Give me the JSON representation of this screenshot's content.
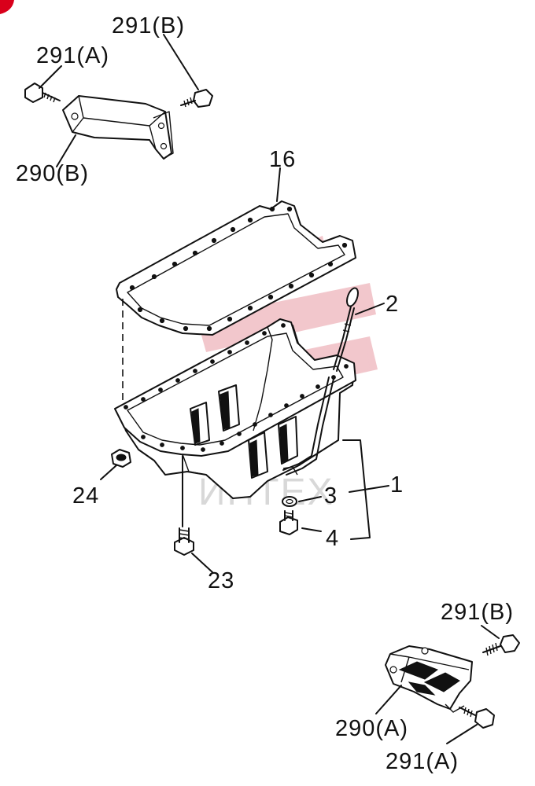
{
  "diagram": {
    "callouts": {
      "c291b_top": "291(B)",
      "c291a_top": "291(A)",
      "c290b": "290(B)",
      "c16": "16",
      "c2": "2",
      "c1": "1",
      "c3": "3",
      "c4": "4",
      "c24": "24",
      "c23": "23",
      "c291b_bottom": "291(B)",
      "c290a": "290(A)",
      "c291a_bottom": "291(A)"
    },
    "watermark": "ИНТЕХ",
    "colors": {
      "line": "#111111",
      "background": "#ffffff",
      "watermark_logo": "#e89aa3",
      "corner_mark": "#d9001b"
    }
  }
}
